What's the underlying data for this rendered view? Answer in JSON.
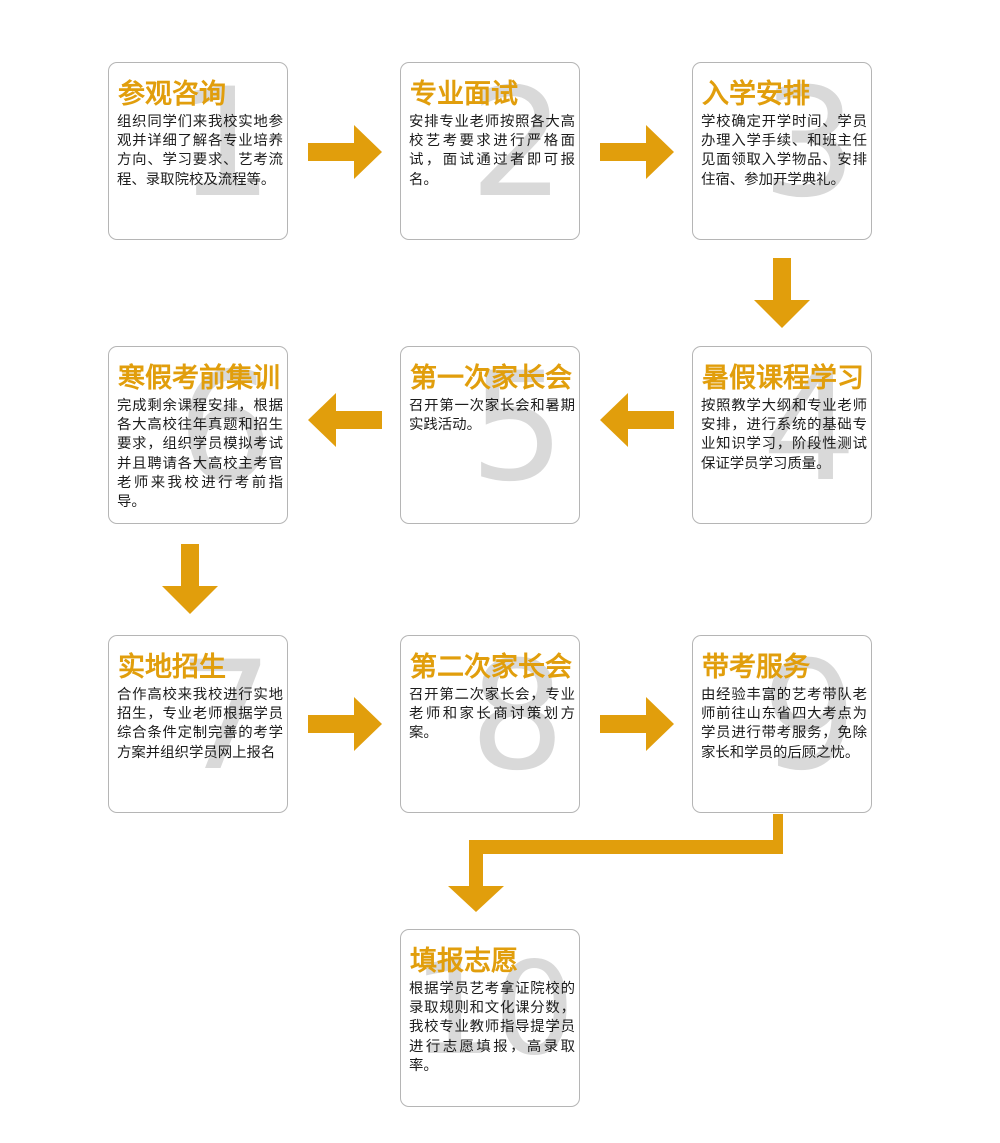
{
  "accent_color": "#e19e0c",
  "number_color": "#d9d9d9",
  "border_color": "#b5b5b5",
  "steps": [
    {
      "number": "1",
      "title": "参观咨询",
      "description": "组织同学们来我校实地参观并详细了解各专业培养方向、学习要求、艺考流程、录取院校及流程等。"
    },
    {
      "number": "2",
      "title": "专业面试",
      "description": "安排专业老师按照各大高校艺考要求进行严格面试，面试通过者即可报名。"
    },
    {
      "number": "3",
      "title": "入学安排",
      "description": "学校确定开学时间、学员办理入学手续、和班主任见面领取入学物品、安排住宿、参加开学典礼。"
    },
    {
      "number": "4",
      "title": "暑假课程学习",
      "description": "按照教学大纲和专业老师安排，进行系统的基础专业知识学习，阶段性测试保证学员学习质量。"
    },
    {
      "number": "5",
      "title": "第一次家长会",
      "description": "召开第一次家长会和暑期实践活动。"
    },
    {
      "number": "6",
      "title": "寒假考前集训",
      "description": "完成剩余课程安排，根据各大高校往年真题和招生要求，组织学员模拟考试并且聘请各大高校主考官老师来我校进行考前指导。"
    },
    {
      "number": "7",
      "title": "实地招生",
      "description": "合作高校来我校进行实地招生，专业老师根据学员综合条件定制完善的考学方案并组织学员网上报名"
    },
    {
      "number": "8",
      "title": "第二次家长会",
      "description": "召开第二次家长会，专业老师和家长商讨策划方案。"
    },
    {
      "number": "9",
      "title": "带考服务",
      "description": "由经验丰富的艺考带队老师前往山东省四大考点为学员进行带考服务，免除家长和学员的后顾之忧。"
    },
    {
      "number": "10",
      "title": "填报志愿",
      "description": "根据学员艺考拿证院校的录取规则和文化课分数，我校专业教师指导提学员进行志愿填报，高录取率。"
    }
  ]
}
